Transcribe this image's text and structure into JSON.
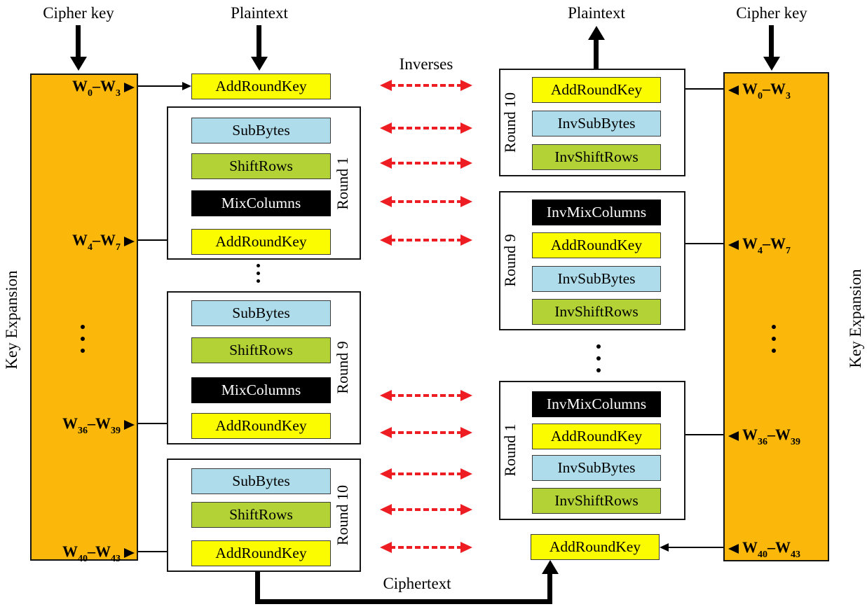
{
  "labels": {
    "cipher_key": "Cipher key",
    "plaintext": "Plaintext",
    "inverses": "Inverses",
    "ciphertext": "Ciphertext",
    "key_expansion": "Key Expansion"
  },
  "key_schedule_words": [
    {
      "w1": "W",
      "sub1": "0",
      "w2": "–W",
      "sub2": "3"
    },
    {
      "w1": "W",
      "sub1": "4",
      "w2": "–W",
      "sub2": "7"
    },
    {
      "w1": "W",
      "sub1": "36",
      "w2": "–W",
      "sub2": "39"
    },
    {
      "w1": "W",
      "sub1": "40",
      "w2": "–W",
      "sub2": "43"
    }
  ],
  "encryption": {
    "initial_step": "AddRoundKey",
    "rounds": [
      {
        "label": "Round 1",
        "steps": [
          "SubBytes",
          "ShiftRows",
          "MixColumns",
          "AddRoundKey"
        ]
      },
      {
        "label": "Round 9",
        "steps": [
          "SubBytes",
          "ShiftRows",
          "MixColumns",
          "AddRoundKey"
        ]
      },
      {
        "label": "Round 10",
        "steps": [
          "SubBytes",
          "ShiftRows",
          "AddRoundKey"
        ]
      }
    ]
  },
  "decryption": {
    "rounds": [
      {
        "label": "Round 10",
        "steps": [
          "AddRoundKey",
          "InvSubBytes",
          "InvShiftRows"
        ]
      },
      {
        "label": "Round 9",
        "steps": [
          "InvMixColumns",
          "AddRoundKey",
          "InvSubBytes",
          "InvShiftRows"
        ]
      },
      {
        "label": "Round 1",
        "steps": [
          "InvMixColumns",
          "AddRoundKey",
          "InvSubBytes",
          "InvShiftRows"
        ]
      }
    ],
    "final_step": "AddRoundKey"
  },
  "colors": {
    "key_expansion_fill": "#FBB80B",
    "addroundkey_fill": "#FCFC00",
    "subbytes_fill": "#AEDCEA",
    "shiftrows_fill": "#B2D235",
    "mixcolumns_fill": "#000000",
    "inverse_arrow_red": "#EE1D23"
  }
}
